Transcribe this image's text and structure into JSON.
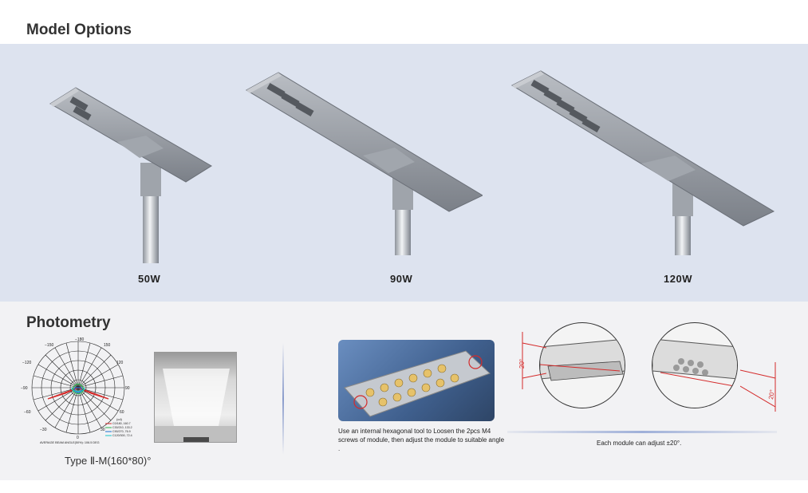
{
  "sections": {
    "model_title": "Model Options",
    "photometry_title": "Photometry"
  },
  "models": [
    {
      "label": "50W"
    },
    {
      "label": "90W"
    },
    {
      "label": "120W"
    }
  ],
  "polar_chart": {
    "labels": [
      "−180",
      "150",
      "120",
      "90",
      "60",
      "30",
      "0",
      "−120",
      "−90",
      "−60",
      "−30",
      "−150"
    ],
    "legend": [
      "C0/180, 160.7",
      "C30/210, 133.2",
      "C90/270, 76.9",
      "C120/300, 72.4"
    ],
    "unit": "(cd)",
    "footer": "AVERAGE BEAM ANGLE(50%): 106.5 DEG"
  },
  "type_label": "Type Ⅱ-M(160*80)°",
  "install_caption": "Use an internal hexagonal tool to Loosen the 2pcs M4 screws of module, then  adjust the  module to suitable angle .",
  "angle_label_left": "20°",
  "angle_label_right": "20°",
  "adjust_caption": "Each module can adjust  ±20°.",
  "colors": {
    "band_top": "#dde3ef",
    "band_bottom": "#f2f2f4",
    "accent_red": "#d42a2a"
  }
}
